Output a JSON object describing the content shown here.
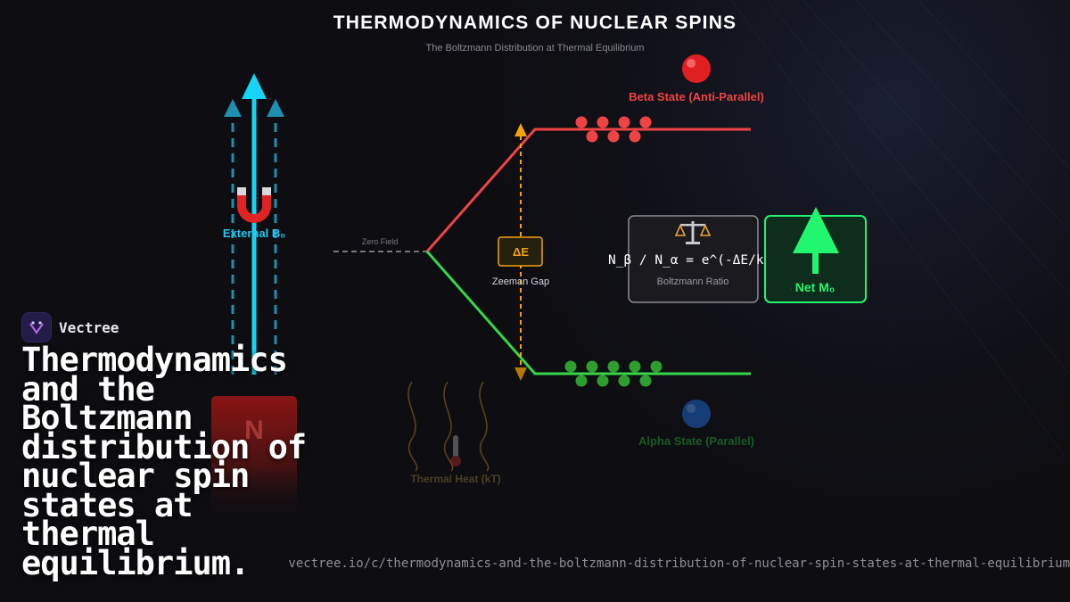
{
  "diagram": {
    "title": "THERMODYNAMICS OF NUCLEAR SPINS",
    "subtitle": "The Boltzmann Distribution at Thermal Equilibrium",
    "field": {
      "label": "External B₀",
      "icon": "magnet-icon",
      "north_label": "N"
    },
    "zero_field_label": "Zero Field",
    "beta_state": {
      "label": "Beta State (Anti-Parallel)",
      "color": "#ef4444",
      "population_dots": 7
    },
    "alpha_state": {
      "label": "Alpha State (Parallel)",
      "color": "#22c55e",
      "population_dots": 9
    },
    "gap": {
      "symbol": "ΔE",
      "label": "Zeeman Gap",
      "color": "#f59e0b"
    },
    "ratio": {
      "formula": "N_β / N_α = e^(-ΔE/kT)",
      "label": "Boltzmann Ratio",
      "icon": "balance-scale-icon"
    },
    "net": {
      "label": "Net M₀",
      "color": "#22f56e"
    },
    "heat": {
      "label": "Thermal Heat (kT)",
      "icon": "thermometer-icon"
    }
  },
  "brand": {
    "name": "Vectree"
  },
  "headline": "Thermodynamics and the Boltzmann distribution of nuclear spin states at thermal equilibrium.",
  "url": "vectree.io/c/thermodynamics-and-the-boltzmann-distribution-of-nuclear-spin-states-at-thermal-equilibrium"
}
